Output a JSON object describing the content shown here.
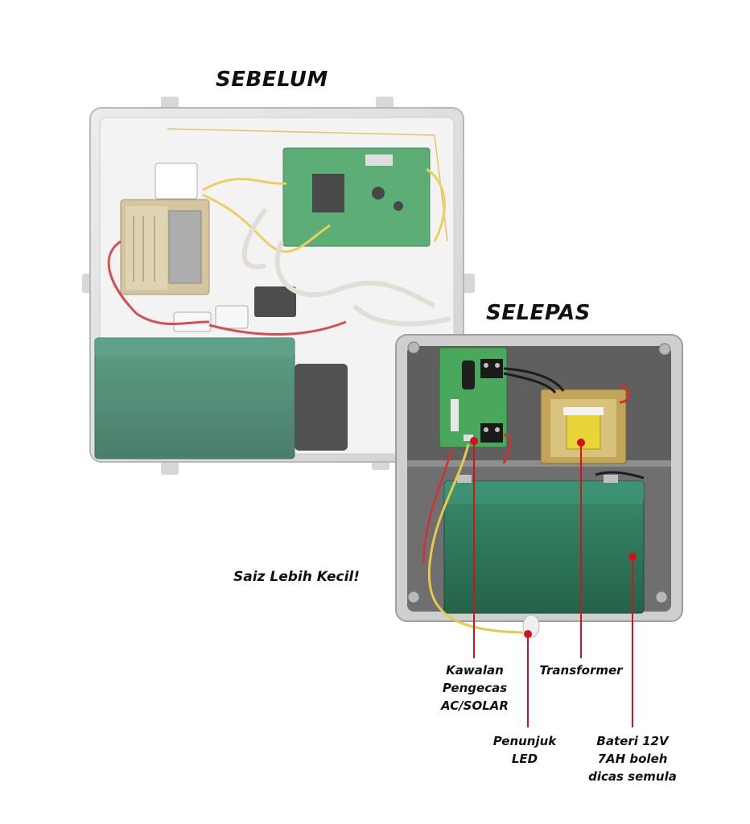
{
  "titles": {
    "before": "SEBELUM",
    "after": "SELEPAS"
  },
  "tagline": "Saiz Lebih Kecil!",
  "callouts": {
    "controller": "Kawalan Pengecas AC/SOLAR",
    "transformer": "Transformer",
    "led": "Penunjuk LED",
    "battery": "Bateri 12V 7AH boleh dicas semula"
  },
  "colors": {
    "enclosure": "#d6d6d6",
    "enclosure_inner": "#b9b9b9",
    "battery": "#2f7a5d",
    "pcb": "#3a9c5a",
    "transformer": "#c9b98a",
    "callout_line": "#d4121b",
    "text": "#111111"
  }
}
